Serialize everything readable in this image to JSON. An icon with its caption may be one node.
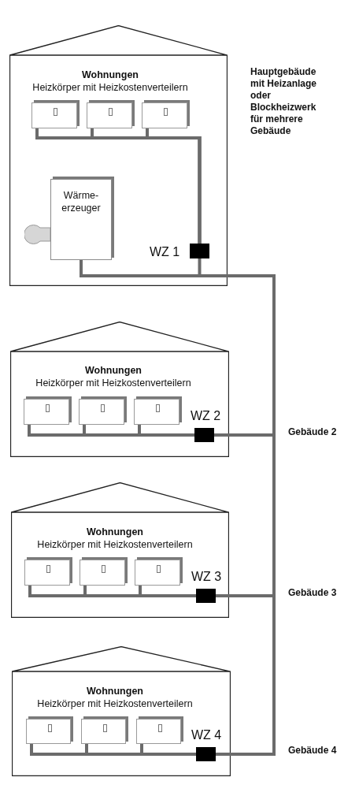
{
  "diagram": {
    "nodes": [
      {
        "text": [
          "Wohnungen",
          "Heizkörper mit Heizkostenverteilern"
        ],
        "beside": [
          "Hauptgebäude mit Heizanlage oder Blockheizwerk für mehrere Gebäude"
        ]
      },
      {
        "text": [],
        "shape": "box",
        "in": 0
      },
      {
        "text": [],
        "shape": "box",
        "in": 0
      },
      {
        "text": [],
        "shape": "box",
        "in": 0
      },
      {
        "text": [
          "Wärme- erzeuger"
        ],
        "in": 0
      },
      {
        "text": [],
        "shape": "box",
        "in": 0,
        "beside": [
          "WZ 1"
        ]
      },
      {
        "text": [
          "Wohnungen",
          "Heizkörper mit Heizkostenverteilern"
        ]
      },
      {
        "text": [],
        "shape": "box",
        "in": 6
      },
      {
        "text": [],
        "shape": "box",
        "in": 6
      },
      {
        "text": [],
        "shape": "box",
        "in": 6
      },
      {
        "text": [],
        "shape": "box",
        "in": 6,
        "beside": [
          "WZ 2"
        ]
      },
      {
        "text": [
          "Wohnungen",
          "Heizkörper mit Heizkostenverteilern"
        ]
      },
      {
        "text": [],
        "shape": "box",
        "in": 11
      },
      {
        "text": [],
        "shape": "box",
        "in": 11
      },
      {
        "text": [],
        "shape": "box",
        "in": 11
      },
      {
        "text": [],
        "shape": "box",
        "in": 11,
        "beside": [
          "WZ 3"
        ]
      },
      {
        "text": [
          "Wohnungen",
          "Heizkörper mit Heizkostenverteilern"
        ]
      },
      {
        "text": [],
        "shape": "box",
        "in": 16
      },
      {
        "text": [],
        "shape": "box",
        "in": 16
      },
      {
        "text": [],
        "shape": "box",
        "in": 16
      },
      {
        "text": [],
        "shape": "box",
        "in": 16,
        "beside": [
          "WZ 4"
        ]
      }
    ],
    "edges": [
      {
        "from": 1,
        "to": 5,
        "arrow": "none"
      },
      {
        "from": 2,
        "to": 5,
        "arrow": "none"
      },
      {
        "from": 3,
        "to": 5,
        "arrow": "none"
      },
      {
        "from": 5,
        "to": 4,
        "arrow": "none"
      },
      {
        "from": 4,
        "to": 10,
        "arrow": "none"
      },
      {
        "from": 4,
        "to": 15,
        "arrow": "none"
      },
      {
        "from": 4,
        "to": 20,
        "arrow": "none"
      },
      {
        "from": 7,
        "to": 10,
        "arrow": "none"
      },
      {
        "from": 8,
        "to": 10,
        "arrow": "none"
      },
      {
        "from": 9,
        "to": 10,
        "arrow": "none"
      },
      {
        "from": 12,
        "to": 15,
        "arrow": "none"
      },
      {
        "from": 13,
        "to": 15,
        "arrow": "none"
      },
      {
        "from": 14,
        "to": 15,
        "arrow": "none"
      },
      {
        "from": 17,
        "to": 20,
        "arrow": "none"
      },
      {
        "from": 18,
        "to": 20,
        "arrow": "none"
      },
      {
        "from": 19,
        "to": 20,
        "arrow": "none"
      }
    ],
    "labels": [
      "Gebäude 2",
      "Gebäude 3",
      "Gebäude 4"
    ]
  }
}
